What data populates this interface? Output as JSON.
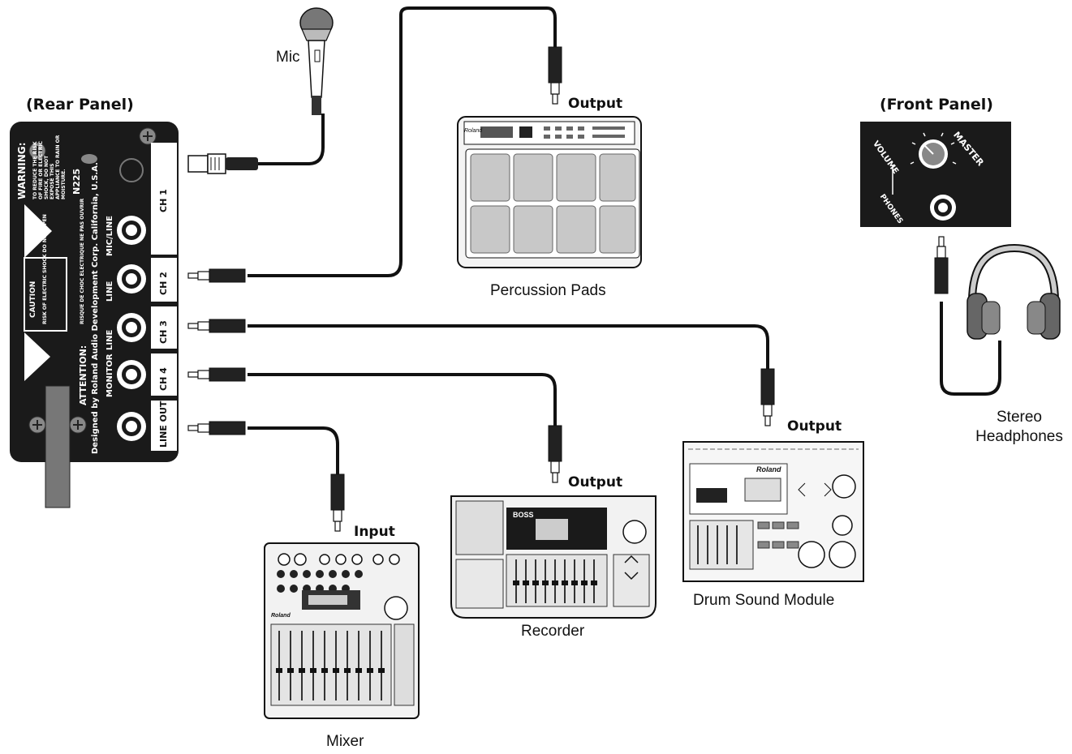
{
  "labels": {
    "rear_panel": "(Rear Panel)",
    "front_panel": "(Front Panel)",
    "mic": "Mic",
    "percussion_pads": "Percussion Pads",
    "recorder": "Recorder",
    "drum_sound_module": "Drum Sound Module",
    "mixer": "Mixer",
    "stereo_headphones_line1": "Stereo",
    "stereo_headphones_line2": "Headphones",
    "output": "Output",
    "input": "Input"
  },
  "rear_panel": {
    "channels": [
      "CH 1",
      "CH 2",
      "CH 3",
      "CH 4",
      "LINE OUT"
    ],
    "jack_labels": [
      "MIC/LINE",
      "LINE",
      "LINE",
      "MONITOR"
    ],
    "warning_title": "WARNING:",
    "warning_text": "TO REDUCE THE RISK OF FIRE OR ELECTRIC SHOCK, DO NOT EXPOSE THIS APPLIANCE TO RAIN OR MOISTURE.",
    "caution_title": "CAUTION",
    "caution_text": "RISK OF ELECTRIC SHOCK DO NOT OPEN",
    "attention": "ATTENTION:",
    "attention_text": "RISQUE DE CHOC ELECTRIQUE NE PAS OUVRIR",
    "designed_by": "Designed by Roland Audio Development Corp. California, U.S.A.",
    "model_code": "N225"
  },
  "front_panel": {
    "volume": "VOLUME",
    "master": "MASTER",
    "phones": "PHONES"
  },
  "devices": {
    "recorder_brand": "BOSS",
    "drum_brand": "Roland",
    "mixer_brand": "Roland",
    "pads_brand": "Roland"
  }
}
